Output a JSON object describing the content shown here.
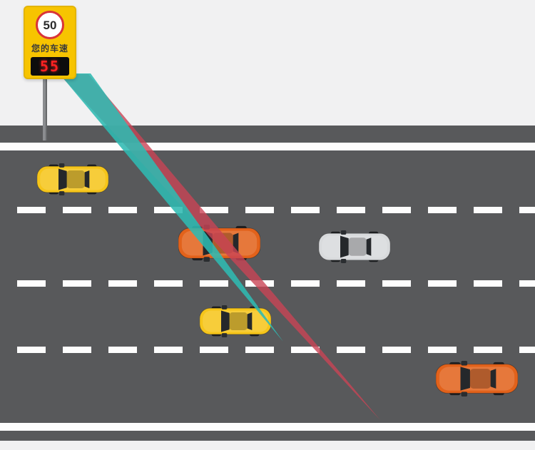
{
  "scene": {
    "background_color": "#f1f1f2",
    "road_color": "#58595b",
    "lane_marking_color": "#fdfdfd"
  },
  "speed_sign": {
    "limit_value": "50",
    "label": "您的车速",
    "measured_speed": "55",
    "panel_color": "#f7c400",
    "limit_ring_color": "#d93438",
    "led_bg_color": "#0d0d0d",
    "led_digit_color": "#ff2222",
    "pole_color": "#8a8c8f"
  },
  "radar_beams": {
    "detection_beam_color": "#2fb9b2",
    "alert_beam_color": "#c94455"
  },
  "cars": [
    {
      "id": "car-yellow-1",
      "color": "#f6c51a",
      "lane": 1
    },
    {
      "id": "car-orange-1",
      "color": "#e2621b",
      "lane": 2
    },
    {
      "id": "car-silver-1",
      "color": "#d8dadc",
      "lane": 2
    },
    {
      "id": "car-yellow-2",
      "color": "#f6c51a",
      "lane": 3
    },
    {
      "id": "car-orange-2",
      "color": "#e2621b",
      "lane": 4
    }
  ]
}
